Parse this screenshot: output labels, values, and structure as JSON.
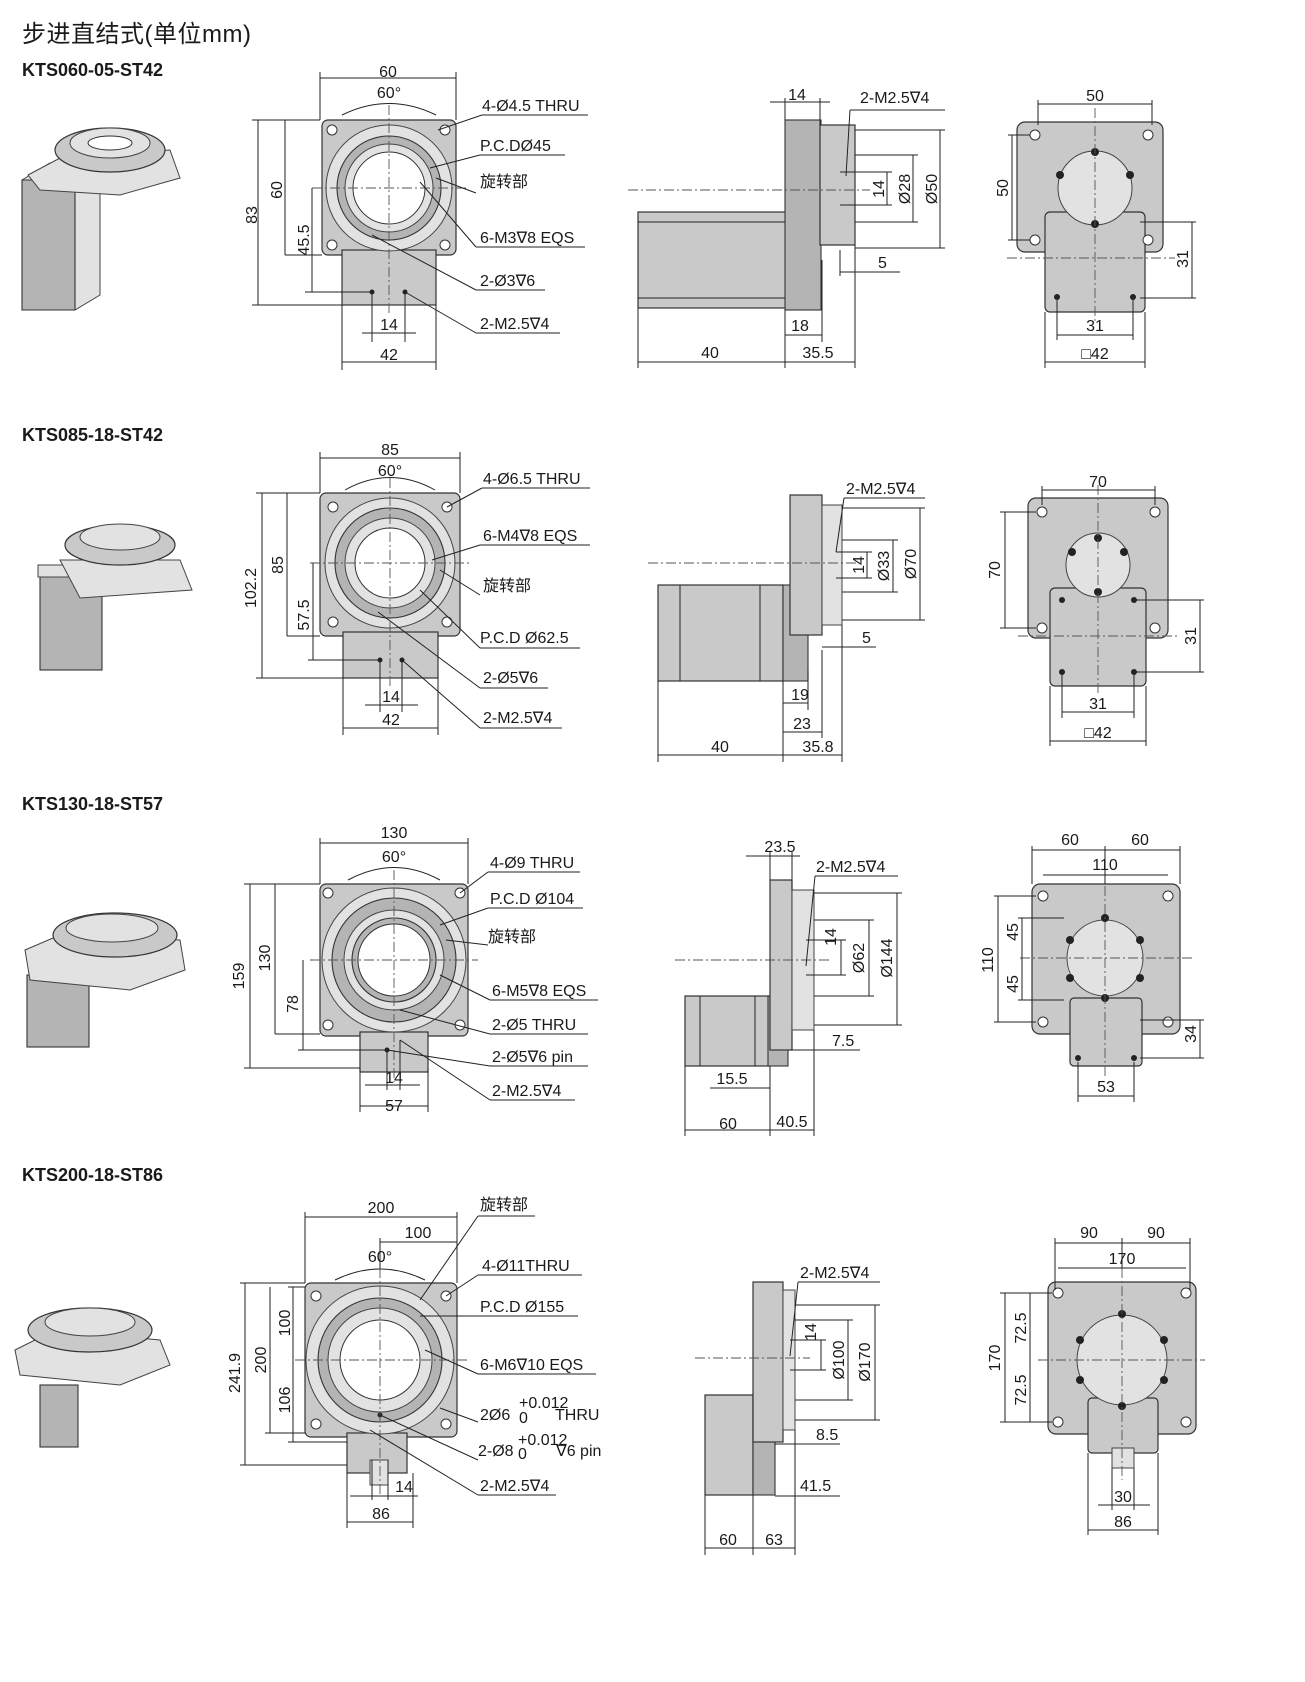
{
  "title": "步进直结式(单位mm)",
  "models": [
    {
      "name": "KTS060-05-ST42",
      "front": {
        "dims": [
          "60",
          "60°",
          "83",
          "60",
          "45.5",
          "14",
          "42"
        ],
        "callouts": [
          "4-Ø4.5 THRU",
          "P.C.DØ45",
          "旋转部",
          "6-M3∇8 EQS",
          "2-Ø3∇6",
          "2-M2.5∇4"
        ]
      },
      "side": {
        "dims": [
          "14",
          "2-M2.5∇4",
          "14",
          "Ø28",
          "Ø50",
          "5",
          "18",
          "40",
          "35.5"
        ]
      },
      "back": {
        "dims": [
          "50",
          "50",
          "31",
          "31",
          "□42"
        ]
      }
    },
    {
      "name": "KTS085-18-ST42",
      "front": {
        "dims": [
          "85",
          "60°",
          "102.2",
          "85",
          "57.5",
          "14",
          "42"
        ],
        "callouts": [
          "4-Ø6.5 THRU",
          "6-M4∇8 EQS",
          "旋转部",
          "P.C.D Ø62.5",
          "2-Ø5∇6",
          "2-M2.5∇4"
        ]
      },
      "side": {
        "dims": [
          "2-M2.5∇4",
          "14",
          "Ø33",
          "Ø70",
          "5",
          "19",
          "23",
          "40",
          "35.8"
        ]
      },
      "back": {
        "dims": [
          "70",
          "70",
          "31",
          "31",
          "□42"
        ]
      }
    },
    {
      "name": "KTS130-18-ST57",
      "front": {
        "dims": [
          "130",
          "60°",
          "159",
          "130",
          "78",
          "14",
          "57"
        ],
        "callouts": [
          "4-Ø9 THRU",
          "P.C.D Ø104",
          "旋转部",
          "6-M5∇8 EQS",
          "2-Ø5 THRU",
          "2-Ø5∇6 pin",
          "2-M2.5∇4"
        ]
      },
      "side": {
        "dims": [
          "23.5",
          "2-M2.5∇4",
          "14",
          "Ø62",
          "Ø144",
          "7.5",
          "15.5",
          "60",
          "40.5"
        ]
      },
      "back": {
        "dims": [
          "60",
          "60",
          "110",
          "110",
          "45",
          "45",
          "34",
          "53"
        ]
      }
    },
    {
      "name": "KTS200-18-ST86",
      "front": {
        "dims": [
          "200",
          "100",
          "60°",
          "241.9",
          "200",
          "100",
          "106",
          "14",
          "86"
        ],
        "callouts": [
          "旋转部",
          "4-Ø11THRU",
          "P.C.D Ø155",
          "6-M6∇10 EQS",
          "2Ø6",
          "+0.012",
          "0",
          "THRU",
          "2-Ø8",
          "+0.012",
          "0",
          "∇6 pin",
          "2-M2.5∇4"
        ]
      },
      "side": {
        "dims": [
          "2-M2.5∇4",
          "14",
          "Ø100",
          "Ø170",
          "8.5",
          "41.5",
          "60",
          "63"
        ]
      },
      "back": {
        "dims": [
          "90",
          "90",
          "170",
          "170",
          "72.5",
          "72.5",
          "30",
          "86"
        ]
      }
    }
  ]
}
